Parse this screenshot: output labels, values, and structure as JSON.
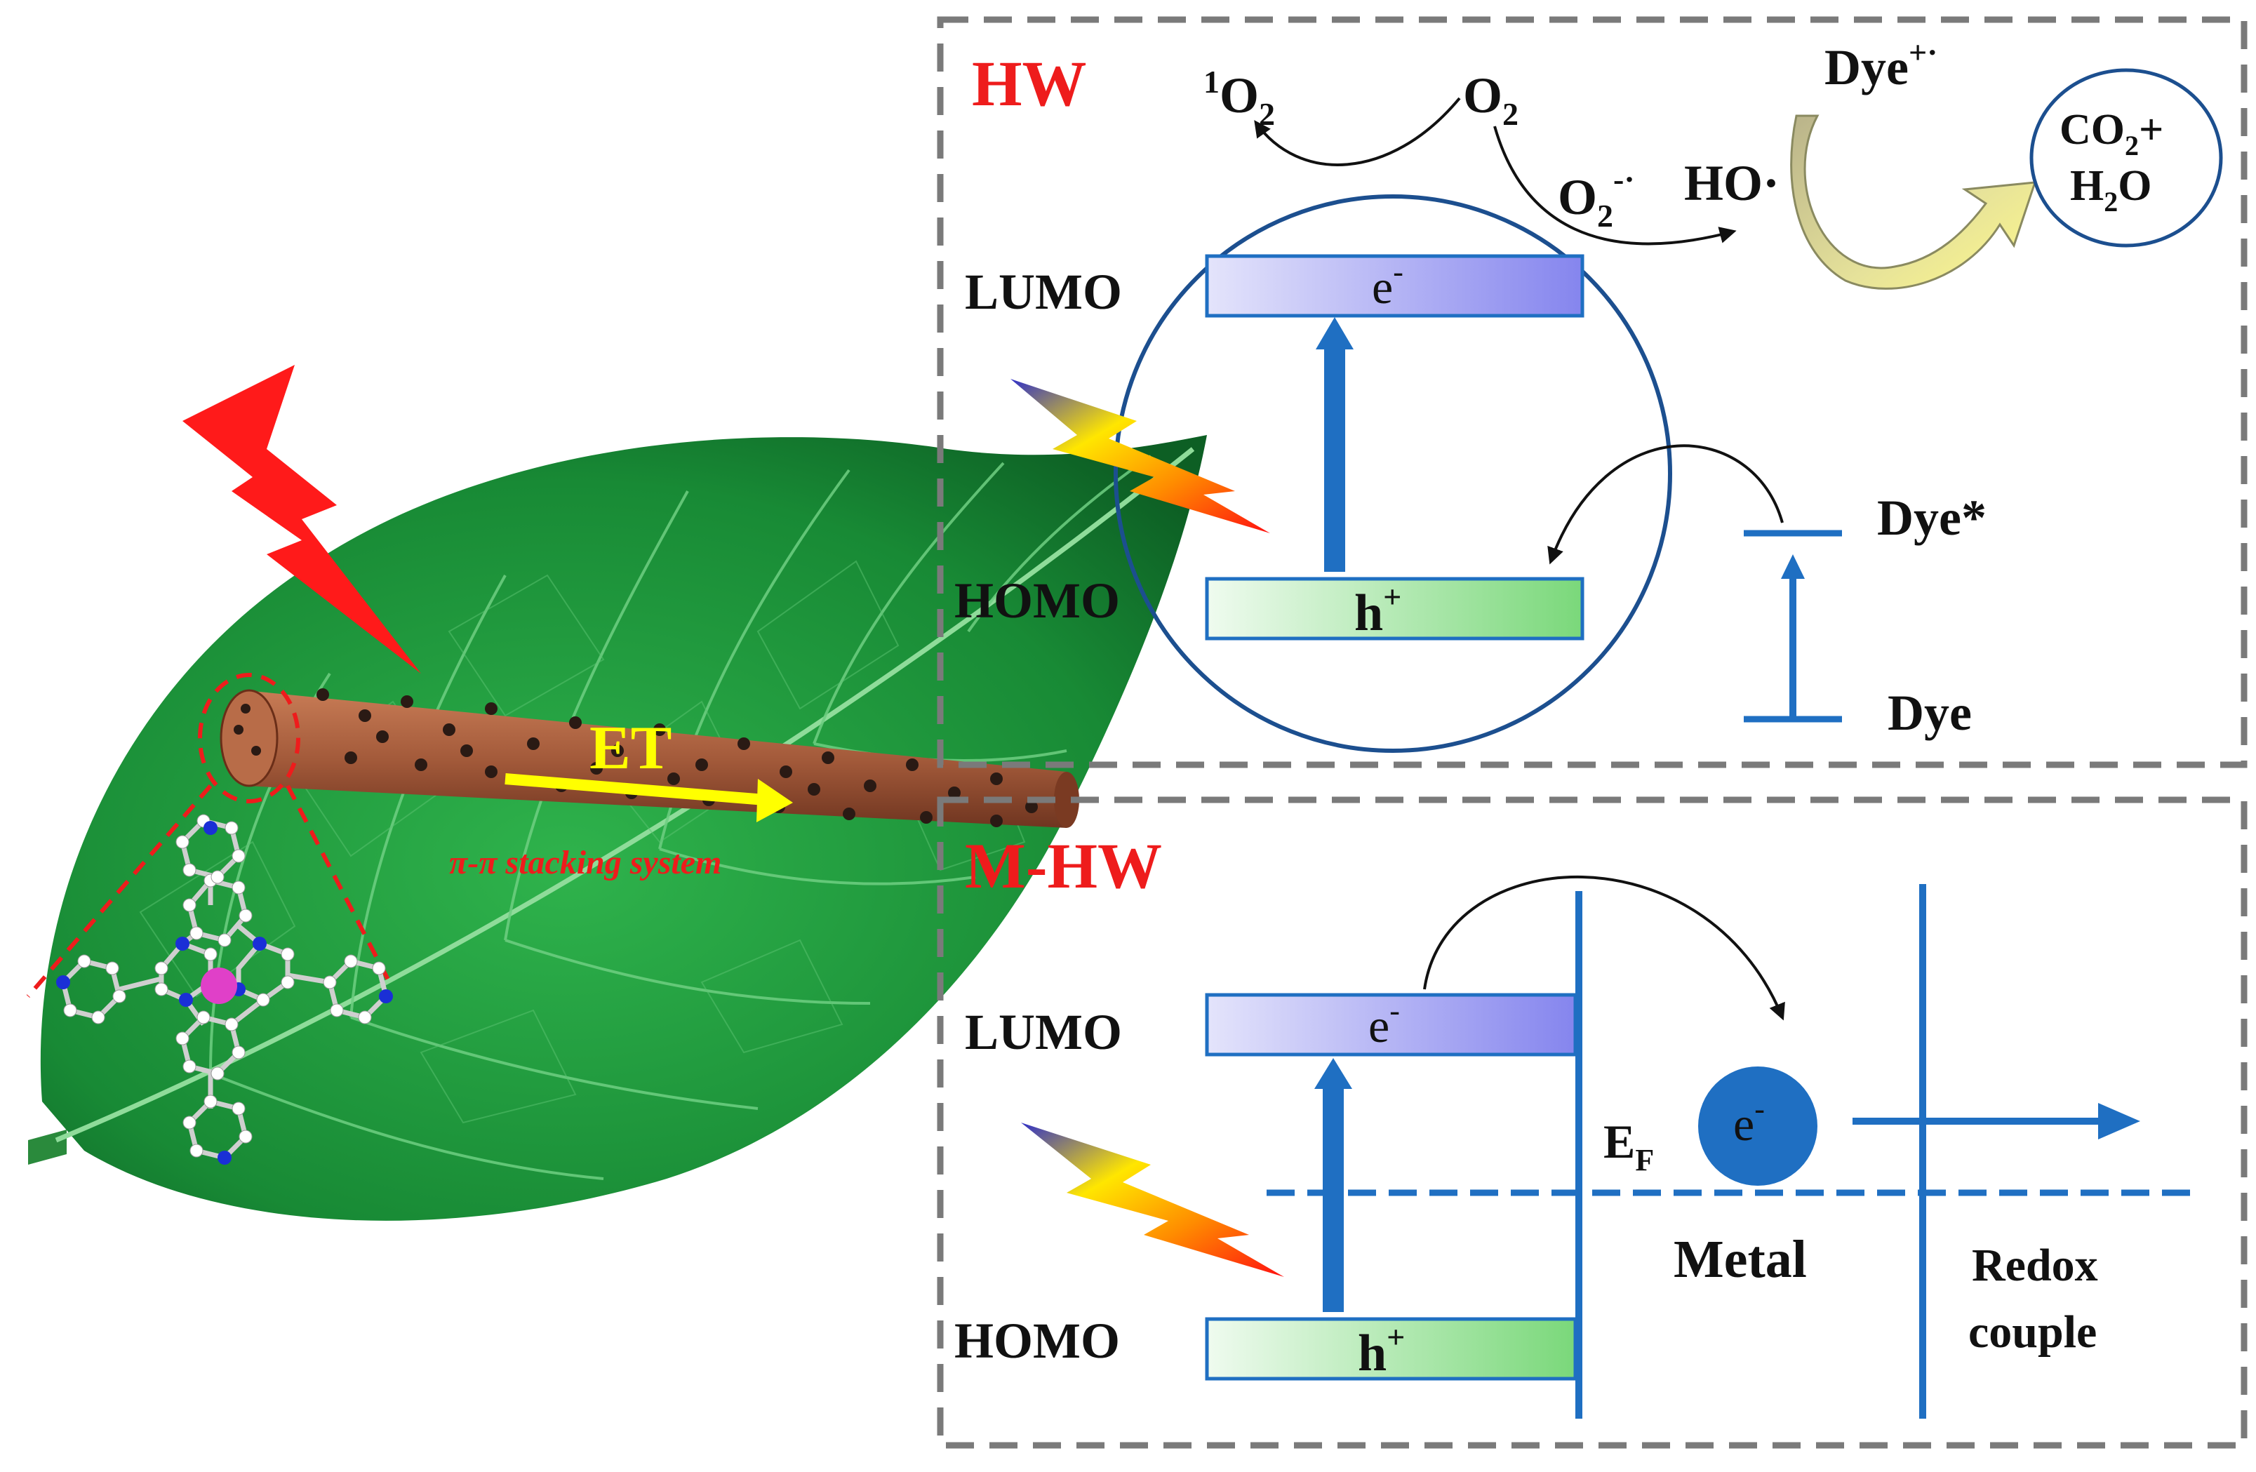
{
  "panels": {
    "hw": {
      "title": "HW",
      "singlet_oxygen": {
        "superscript": "1",
        "base": "O",
        "subscript": "2"
      },
      "oxygen": {
        "base": "O",
        "subscript": "2"
      },
      "superoxide": {
        "base": "O",
        "subscript": "2",
        "superscript": "-·"
      },
      "hydroxyl": "HO·",
      "dye_radical": {
        "base": "Dye",
        "superscript": "+·"
      },
      "products": {
        "line1_a": "CO",
        "line1_sub": "2",
        "line1_b": "+",
        "line2_a": "H",
        "line2_sub": "2",
        "line2_b": "O"
      },
      "lumo": "LUMO",
      "homo": "HOMO",
      "electron": {
        "base": "e",
        "superscript": "-"
      },
      "hole": {
        "base": "h",
        "superscript": "+"
      },
      "dye_excited": "Dye*",
      "dye_ground": "Dye"
    },
    "mhw": {
      "title": "M-HW",
      "lumo": "LUMO",
      "homo": "HOMO",
      "electron": {
        "base": "e",
        "superscript": "-"
      },
      "hole": {
        "base": "h",
        "superscript": "+"
      },
      "fermi": {
        "base": "E",
        "subscript": "F"
      },
      "metal_electron": {
        "base": "e",
        "superscript": "-"
      },
      "metal": "Metal",
      "redox_line1": "Redox",
      "redox_line2": "couple"
    }
  },
  "leaf": {
    "et_label": "ET",
    "stacking_label": "π-π stacking system"
  },
  "colors": {
    "panel_title": "#ee1c1c",
    "band_blue": "#1f6fc2",
    "lumo_fill": "#9a9af0",
    "homo_fill": "#88dd88",
    "leaf_green": "#1f9a3c",
    "rod_brown": "#a35a3a",
    "et_yellow": "#ffff00",
    "circle_stroke": "#1c4f8f",
    "dashed_border": "#7a7a7a"
  }
}
